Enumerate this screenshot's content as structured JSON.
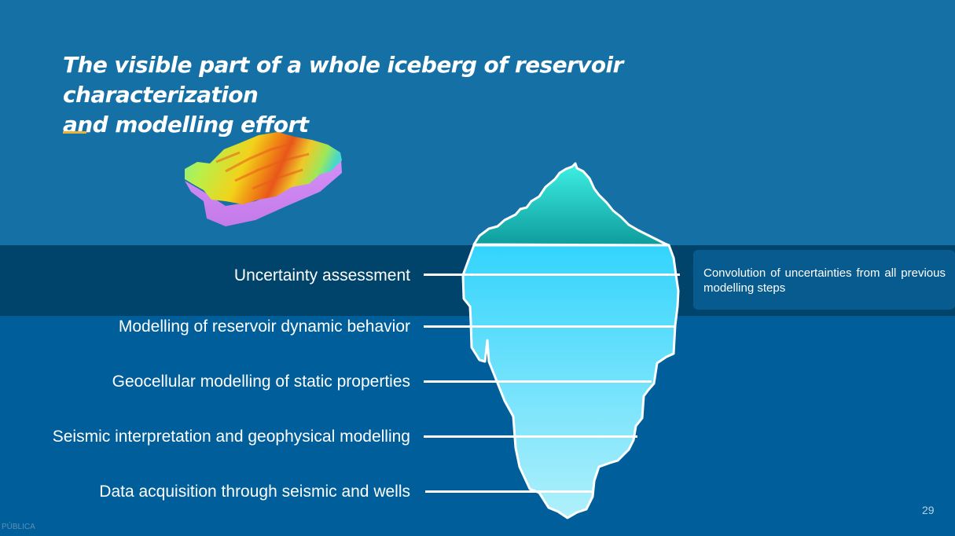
{
  "slide": {
    "title_line_1": "The visible part of a whole iceberg of reservoir characterization",
    "title_line_2": "and modelling effort",
    "layers": [
      {
        "label": "Uncertainty assessment"
      },
      {
        "label": "Modelling of reservoir dynamic behavior"
      },
      {
        "label": "Geocellular modelling of static properties"
      },
      {
        "label": "Seismic interpretation and geophysical modelling"
      },
      {
        "label": "Data acquisition through seismic and wells"
      }
    ],
    "note": "Convolution of uncertainties from all previous modelling steps",
    "page_number": "29",
    "classification": "PÚBLICA"
  },
  "colors": {
    "background": "#005f9a",
    "sky": "#1570a6",
    "highlight_band": "#00446b",
    "accent": "#e8b33a",
    "iceberg_tip_top": "#3ff0e4",
    "iceberg_tip_bottom": "#0d9c9c",
    "iceberg_body_top": "#33d4fc",
    "iceberg_body_bottom": "#b0f0fb",
    "text": "#ffffff"
  },
  "icons": {
    "reservoir_model": "3d-reservoir-surface-icon",
    "iceberg": "iceberg-icon"
  }
}
